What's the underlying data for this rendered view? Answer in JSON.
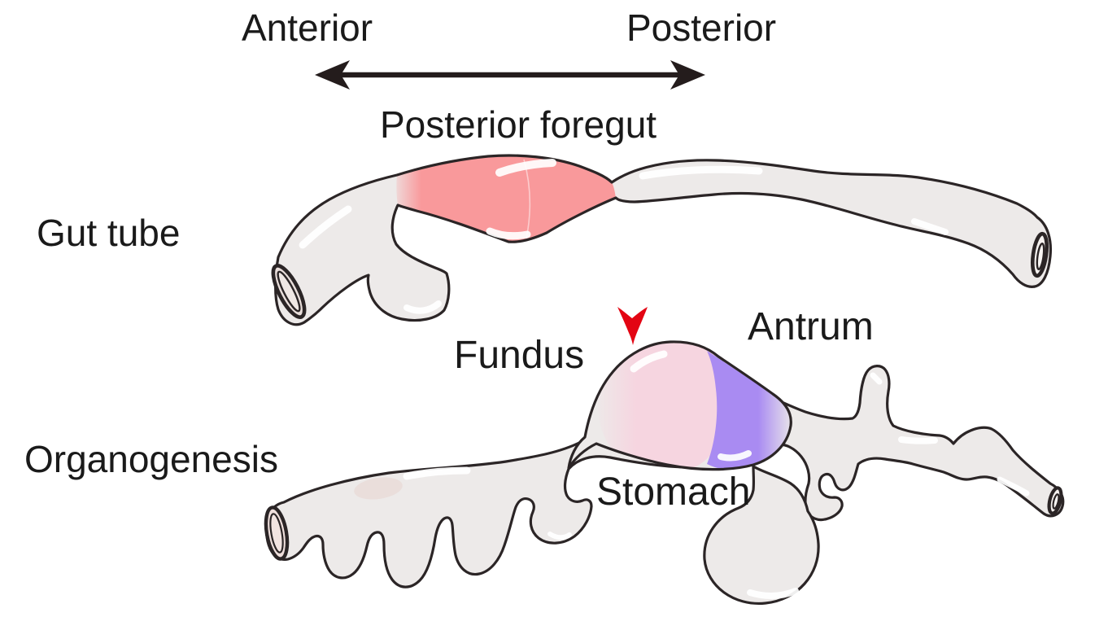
{
  "axis": {
    "anterior_label": "Anterior",
    "posterior_label": "Posterior",
    "arrow_icon": "double-headed-horizontal-arrow"
  },
  "stage_labels": {
    "posterior_foregut": "Posterior foregut",
    "gut_tube": "Gut tube",
    "organogenesis": "Organogenesis"
  },
  "organ_labels": {
    "fundus": "Fundus",
    "antrum": "Antrum",
    "stomach": "Stomach"
  },
  "colors": {
    "posterior_foregut_region": "#F9999B",
    "fundus_region": "#F6D5E0",
    "antrum_region": "#A98BF2",
    "tissue_base": "#EDEAE9",
    "outline": "#2B2526",
    "pointer_arrow_red": "#E30513",
    "axis_arrow": "#241C1C",
    "text": "#1A1A1A"
  }
}
